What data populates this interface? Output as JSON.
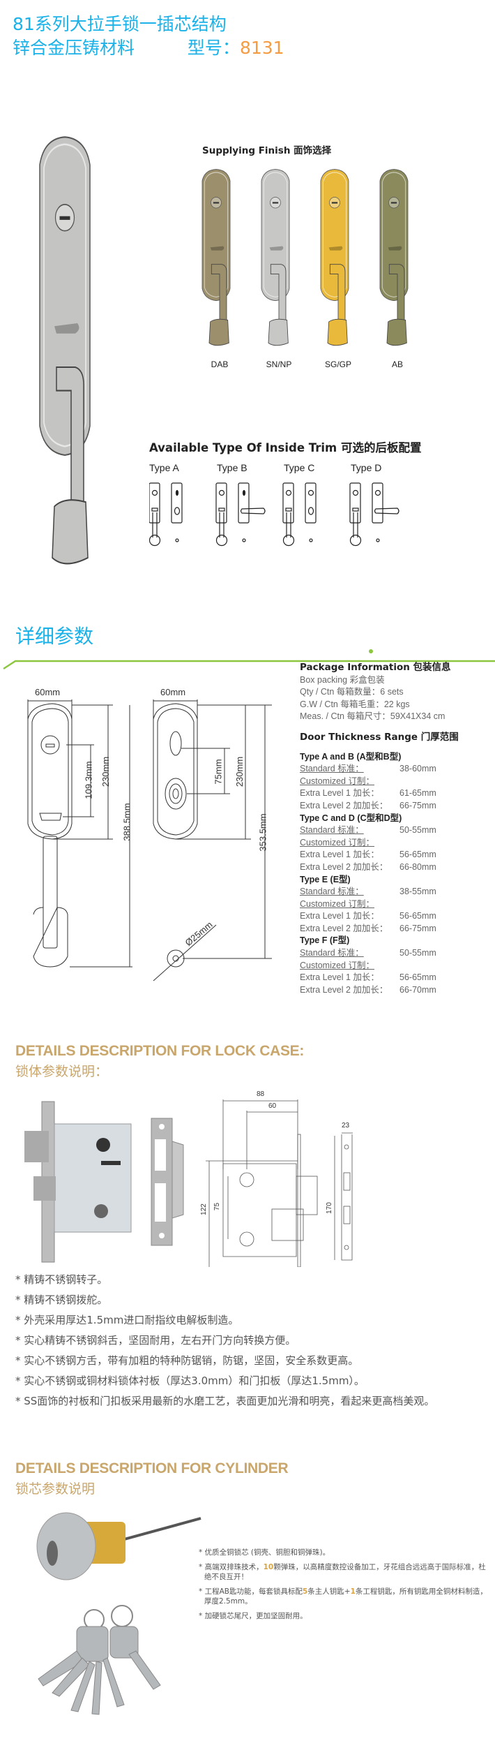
{
  "header": {
    "line1": "81系列大拉手锁一插芯结构",
    "line2": "锌合金压铸材料",
    "model_label": "型号：",
    "model_value": "8131"
  },
  "finishes": {
    "title": "Supplying Finish 面饰选择",
    "items": [
      {
        "label": "DAB",
        "color": "#9c8f6c"
      },
      {
        "label": "SN/NP",
        "color": "#c7c7c5"
      },
      {
        "label": "SG/GP",
        "color": "#e8b93a"
      },
      {
        "label": "AB",
        "color": "#8a8a5c"
      }
    ]
  },
  "inside_trim": {
    "title": "Available Type Of Inside Trim  可选的后板配置",
    "types": [
      "Type A",
      "Type B",
      "Type C",
      "Type D"
    ]
  },
  "details": {
    "title": "详细参数",
    "dims": {
      "width_front": "60mm",
      "width_back": "60mm",
      "cyl_to_thumb": "109.3mm",
      "plate_front": "230mm",
      "overall": "388.5mm",
      "back_spacing": "75mm",
      "plate_back": "230mm",
      "back_overall": "353.5mm",
      "rosette": "Ø25mm"
    }
  },
  "package": {
    "title": "Package  Information 包装信息",
    "lines": [
      "Box packing 彩盒包装",
      "Qty / Ctn 每箱数量：6 sets",
      "G.W / Ctn 每箱毛重：22 kgs",
      "Meas. / Ctn 每箱尺寸：59X41X34 cm"
    ]
  },
  "door_thickness": {
    "title": "Door Thickness Range 门厚范围",
    "groups": [
      {
        "name": "Type A and B (A型和B型)",
        "standard_label": "Standard 标准：",
        "standard": "38-60mm",
        "customized_label": "Customized 订制：",
        "e1_label": "Extra Level 1 加长：",
        "e1": "61-65mm",
        "e2_label": "Extra Level 2 加加长：",
        "e2": "66-75mm"
      },
      {
        "name": "Type C and D (C型和D型)",
        "standard_label": "Standard 标准：",
        "standard": "50-55mm",
        "customized_label": "Customized 订制：",
        "e1_label": "Extra Level 1 加长：",
        "e1": "56-65mm",
        "e2_label": "Extra Level 2 加加长：",
        "e2": "66-80mm"
      },
      {
        "name": "Type E (E型)",
        "standard_label": "Standard 标准：",
        "standard": "38-55mm",
        "customized_label": "Customized 订制：",
        "e1_label": "Extra Level 1 加长：",
        "e1": "56-65mm",
        "e2_label": "Extra Level 2 加加长：",
        "e2": "66-75mm"
      },
      {
        "name": "Type F (F型)",
        "standard_label": "Standard 标准：",
        "standard": "50-55mm",
        "customized_label": "Customized 订制：",
        "e1_label": "Extra Level 1 加长：",
        "e1": "56-65mm",
        "e2_label": "Extra Level 2 加加长：",
        "e2": "66-70mm"
      }
    ]
  },
  "lock_case": {
    "title": "DETAILS DESCRIPTION FOR LOCK CASE:",
    "subtitle": "锁体参数说明：",
    "dims": {
      "d88": "88",
      "d60": "60",
      "d122": "122",
      "d75": "75",
      "d23": "23",
      "d170": "170"
    },
    "bullets": [
      "* 精铸不锈钢转子。",
      "* 精铸不锈钢拨舵。",
      "* 外壳采用厚达1.5mm进口耐指纹电解板制造。",
      "* 实心精铸不锈钢斜舌，坚固耐用，左右开门方向转换方便。",
      "* 实心不锈钢方舌，带有加粗的特种防锯销，防锯，坚固，安全系数更高。",
      "* 实心不锈钢或铜材料锁体衬板（厚达3.0mm）和门扣板（厚达1.5mm）。",
      "* SS面饰的衬板和门扣板采用最新的水磨工艺，表面更加光滑和明亮，看起来更高档美观。"
    ]
  },
  "cylinder": {
    "title": "DETAILS DESCRIPTION FOR CYLINDER",
    "subtitle": "锁芯参数说明",
    "notes": {
      "n1": "* 优质全铜锁芯 (铜壳、铜胆和铜弹珠)。",
      "n2a": "* 高端双排珠技术，",
      "n2b": "10",
      "n2c": "颗弹珠，以高精度数控设备加工，牙花组合远远高于国际标准，杜绝不良互开！",
      "n3a": "* 工程AB匙功能，每套锁具标配",
      "n3b": "5",
      "n3c": "条主人钥匙+",
      "n3d": "1",
      "n3e": "条工程钥匙，所有钥匙用全铜材料制造，厚度2.5mm。",
      "n4": "* 加硬锁芯尾尺，更加坚固耐用。"
    }
  }
}
